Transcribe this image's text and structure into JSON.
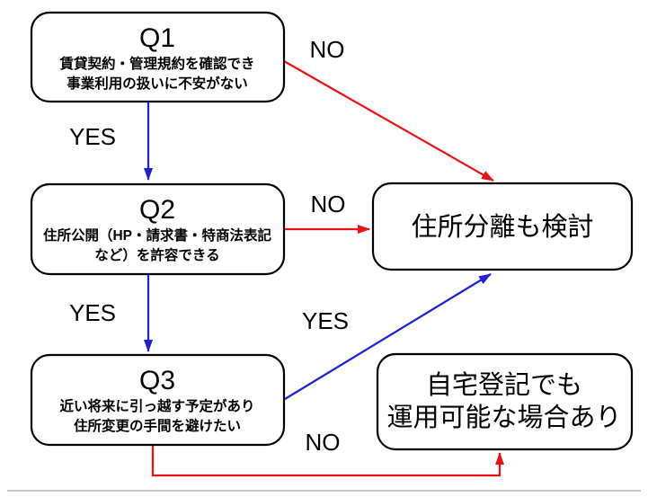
{
  "colors": {
    "yes_arrow": "#1f1fd6",
    "no_arrow": "#ee1111",
    "box_border": "#000000",
    "text": "#000000",
    "background": "#ffffff"
  },
  "nodes": {
    "q1": {
      "title": "Q1",
      "line1": "賃貸契約・管理規約を確認でき",
      "line2": "事業利用の扱いに不安がない"
    },
    "q2": {
      "title": "Q2",
      "line1": "住所公開（HP・請求書・特商法表記",
      "line2": "など）を許容できる"
    },
    "q3": {
      "title": "Q3",
      "line1": "近い将来に引っ越す予定があり",
      "line2": "住所変更の手間を避けたい"
    },
    "separate": {
      "label": "住所分離も検討"
    },
    "home": {
      "line1": "自宅登記でも",
      "line2": "運用可能な場合あり"
    }
  },
  "edges": {
    "q1_no": "NO",
    "q1_yes": "YES",
    "q2_no": "NO",
    "q2_yes": "YES",
    "q3_yes": "YES",
    "q3_no": "NO"
  }
}
